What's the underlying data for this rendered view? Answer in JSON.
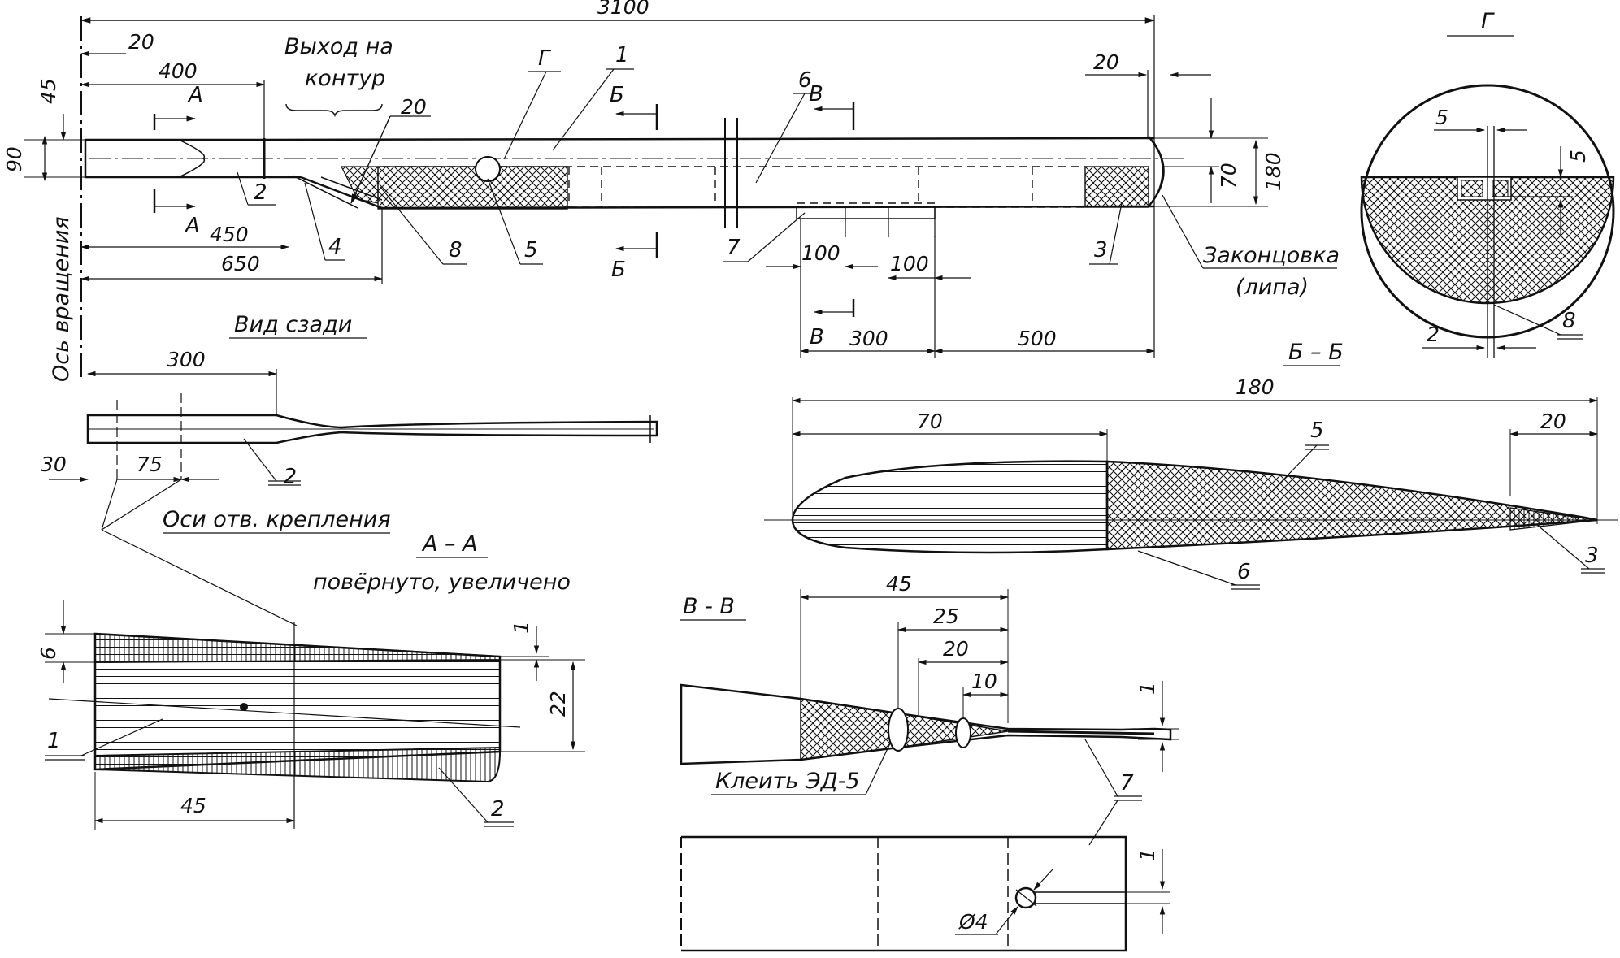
{
  "dimensions": {
    "total_length": "3100",
    "left_offset": "20",
    "root_45": "45",
    "root_90": "90",
    "len_400": "400",
    "len_450": "450",
    "len_650": "650",
    "flap_20": "20",
    "tip_20": "20",
    "h_70": "70",
    "h_180": "180",
    "d_100a": "100",
    "d_100b": "100",
    "d_300": "300",
    "d_500": "500",
    "rear_300": "300",
    "rear_30": "30",
    "rear_75": "75",
    "g_5a": "5",
    "g_5b": "5",
    "g_2": "2",
    "bb_180": "180",
    "bb_70": "70",
    "bb_20": "20",
    "aa_6": "6",
    "aa_1": "1",
    "aa_22": "22",
    "aa_45": "45",
    "vv_45": "45",
    "vv_25": "25",
    "vv_20": "20",
    "vv_10": "10",
    "vv_1": "1",
    "tab_1": "1",
    "hole_d4": "Ø4"
  },
  "labels": {
    "exit_contour_1": "Выход на",
    "exit_contour_2": "контур",
    "section_g_marker": "Г",
    "section_a": "А",
    "section_b": "Б",
    "section_v": "В",
    "tip_1": "Законцовка",
    "tip_2": "(липа)",
    "rotation_axis": "Ось вращения",
    "rear_view": "Вид сзади",
    "mount_axes": "Оси отв. крепления",
    "aa_title": "А – А",
    "aa_note": "повёрнуто, увеличено",
    "bb_title": "Б – Б",
    "vv_title": "В - В",
    "glue": "Клеить ЭД-5",
    "g_title": "Г"
  },
  "parts": {
    "p1": "1",
    "p2": "2",
    "p3": "3",
    "p4": "4",
    "p5": "5",
    "p6": "6",
    "p7": "7",
    "p8": "8"
  }
}
